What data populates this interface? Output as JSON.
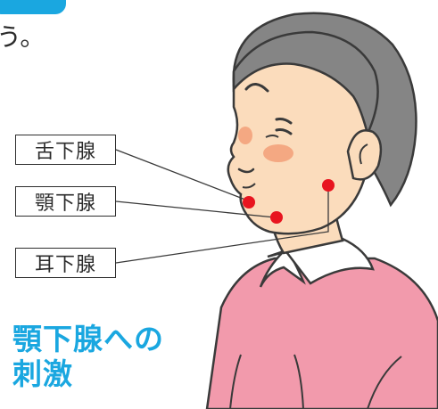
{
  "header": {
    "text_fragment": "う。",
    "tab_color": "#1aa7e0"
  },
  "labels": [
    {
      "id": "sublingual",
      "text": "舌下腺"
    },
    {
      "id": "submandibular",
      "text": "顎下腺"
    },
    {
      "id": "parotid",
      "text": "耳下腺"
    }
  ],
  "caption": {
    "line1": "顎下腺への",
    "line2": "刺激",
    "color": "#1aa7e0"
  },
  "colors": {
    "gland_dot": "#e8141f",
    "skin": "#fbdcbc",
    "hair": "#858585",
    "shirt": "#f29aac",
    "cheek": "#f4a882",
    "outline": "#3a3a3a"
  }
}
